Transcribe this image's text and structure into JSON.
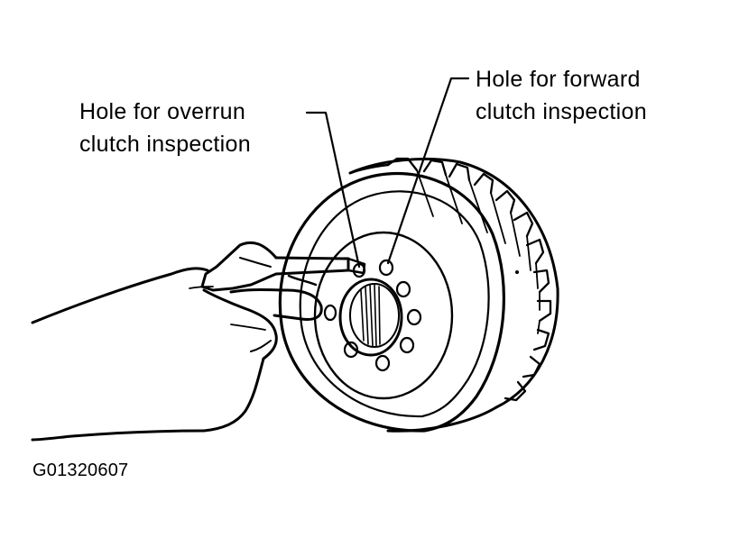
{
  "callouts": {
    "overrun": {
      "line1": "Hole for overrun",
      "line2": "clutch inspection"
    },
    "forward": {
      "line1": "Hole for forward",
      "line2": "clutch inspection"
    }
  },
  "figure_id": "G01320607",
  "colors": {
    "ink": "#000000",
    "paper": "#ffffff"
  }
}
